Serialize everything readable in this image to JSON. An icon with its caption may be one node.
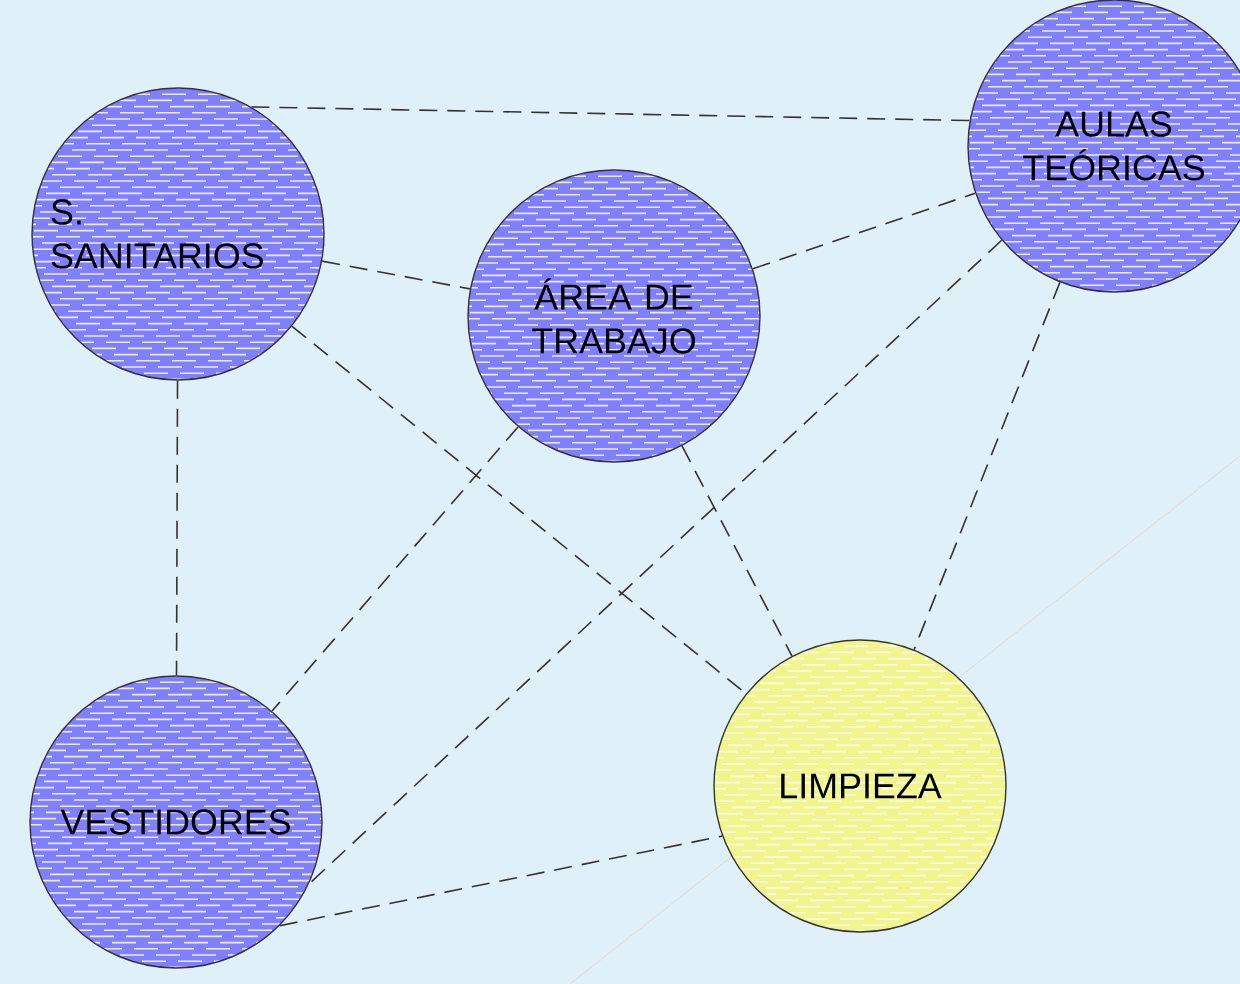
{
  "diagram": {
    "nodes": [
      {
        "text": [
          "S. SANITARIOS"
        ]
      },
      {
        "text": [
          "ÁREA DE TRABAJO"
        ]
      },
      {
        "text": [
          "AULAS TEÓRICAS"
        ]
      },
      {
        "text": [
          "VESTIDORES"
        ]
      },
      {
        "text": [
          "LIMPIEZA"
        ]
      }
    ],
    "edges": [
      {
        "from": 0,
        "to": 2,
        "arrow": "none",
        "style": "dashed"
      },
      {
        "from": 0,
        "to": 1,
        "arrow": "none",
        "style": "dashed"
      },
      {
        "from": 1,
        "to": 2,
        "arrow": "none",
        "style": "dashed"
      },
      {
        "from": 0,
        "to": 3,
        "arrow": "none",
        "style": "dashed"
      },
      {
        "from": 0,
        "to": 4,
        "arrow": "none",
        "style": "dashed"
      },
      {
        "from": 1,
        "to": 3,
        "arrow": "none",
        "style": "dashed"
      },
      {
        "from": 1,
        "to": 4,
        "arrow": "none",
        "style": "dashed"
      },
      {
        "from": 2,
        "to": 3,
        "arrow": "none",
        "style": "dashed"
      },
      {
        "from": 2,
        "to": 4,
        "arrow": "none",
        "style": "dashed"
      },
      {
        "from": 3,
        "to": 4,
        "arrow": "none",
        "style": "dashed"
      }
    ]
  }
}
